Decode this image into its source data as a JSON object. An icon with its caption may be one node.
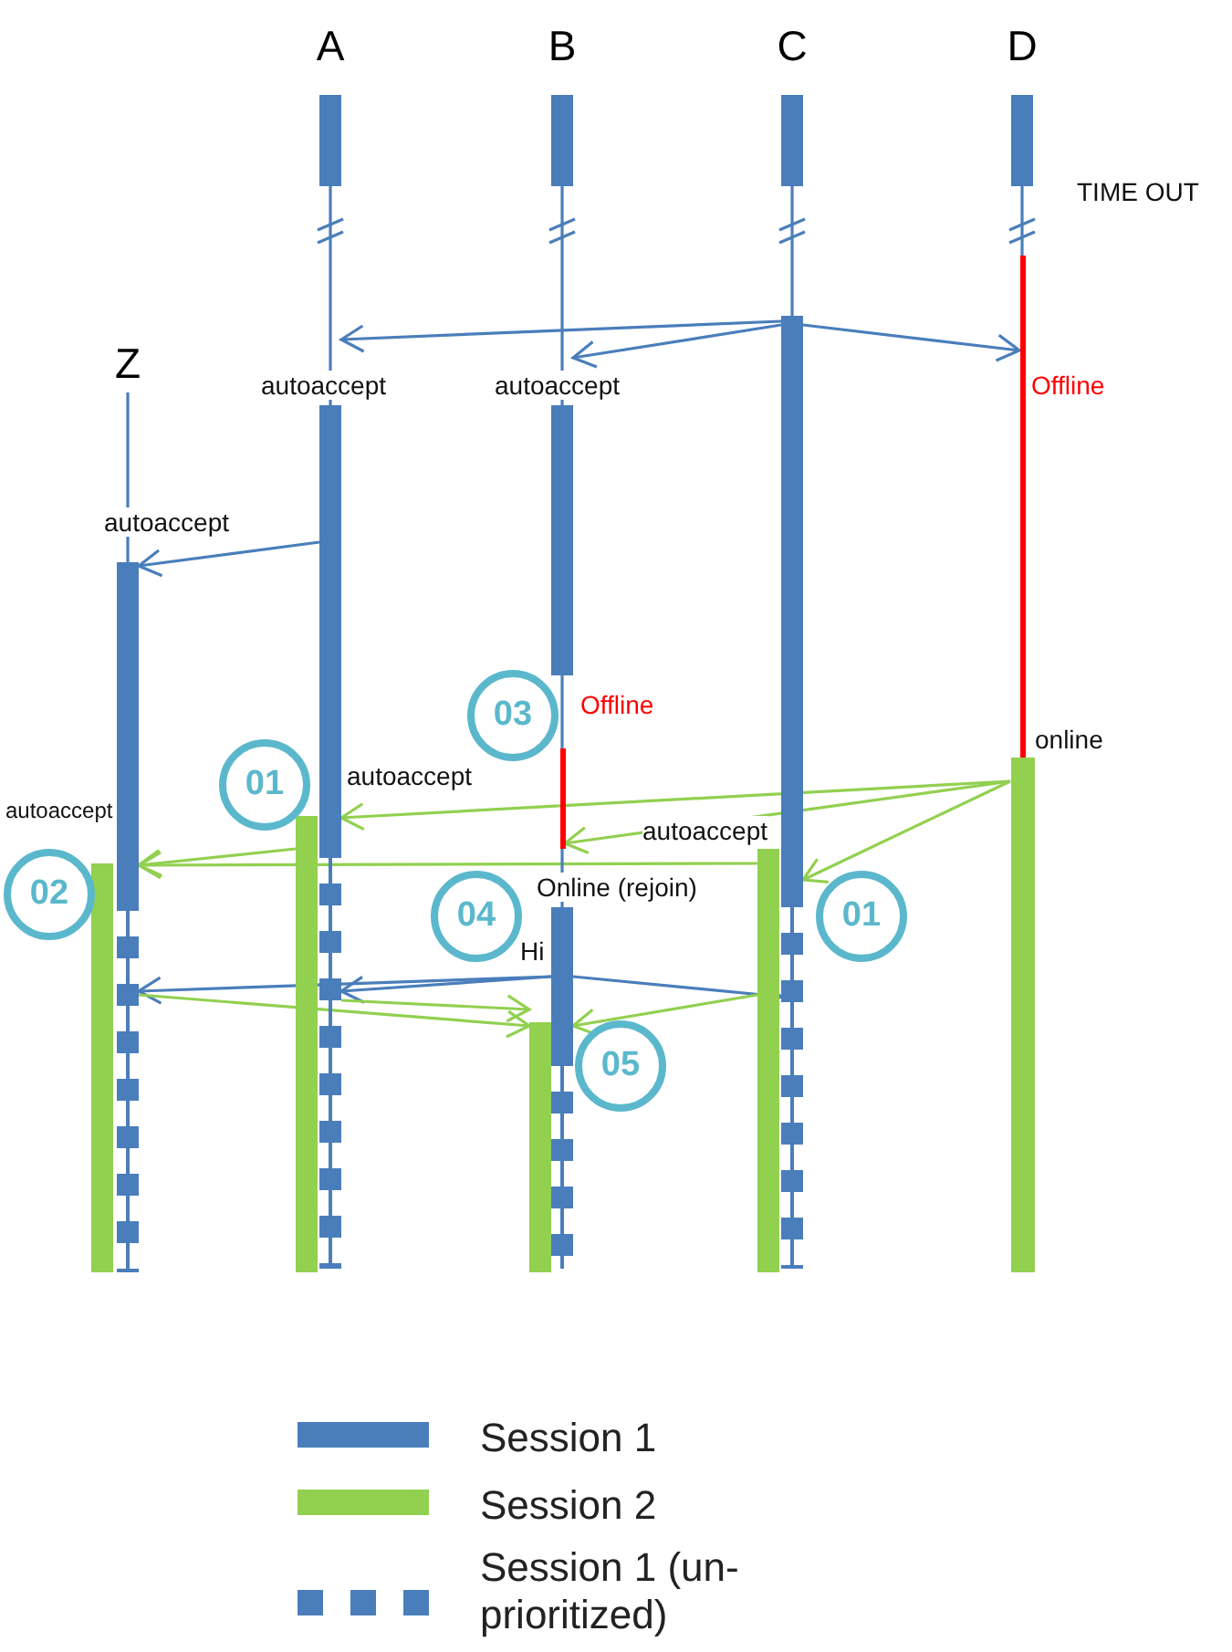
{
  "diagram": {
    "nodes": [
      {
        "text": [
          "A"
        ]
      },
      {
        "text": [
          "B"
        ]
      },
      {
        "text": [
          "C"
        ]
      },
      {
        "text": [
          "D"
        ]
      },
      {
        "text": [
          "Z"
        ]
      },
      {
        "text": [],
        "shape": "bar"
      },
      {
        "text": [],
        "shape": "bar"
      },
      {
        "text": [],
        "shape": "bar"
      },
      {
        "text": [],
        "shape": "bar"
      },
      {
        "text": [],
        "shape": "bar"
      },
      {
        "text": [],
        "shape": "bar"
      },
      {
        "text": [],
        "shape": "bar"
      },
      {
        "text": [],
        "shape": "bar"
      },
      {
        "text": [],
        "shape": "bar"
      },
      {
        "text": [],
        "shape": "bar"
      },
      {
        "text": [],
        "shape": "bar"
      },
      {
        "text": [],
        "shape": "bar"
      },
      {
        "text": [],
        "shape": "bar"
      },
      {
        "text": [],
        "shape": "bar"
      },
      {
        "text": [],
        "shape": "bar"
      },
      {
        "text": [],
        "shape": "bar"
      },
      {
        "text": [],
        "shape": "bar"
      },
      {
        "text": [],
        "shape": "bar"
      },
      {
        "text": [],
        "shape": "bar"
      },
      {
        "text": [],
        "shape": "bar"
      },
      {
        "text": [
          "01"
        ]
      },
      {
        "text": [
          "02"
        ]
      },
      {
        "text": [
          "03"
        ]
      },
      {
        "text": [
          "04"
        ]
      },
      {
        "text": [
          "01"
        ]
      },
      {
        "text": [
          "05"
        ]
      }
    ],
    "edges": [
      {
        "from": 9,
        "to": 10,
        "arrow": "to"
      },
      {
        "from": 9,
        "to": 11,
        "arrow": "to"
      },
      {
        "from": 9,
        "to": 12,
        "arrow": "to"
      },
      {
        "from": 10,
        "to": 13,
        "arrow": "to"
      },
      {
        "from": 15,
        "to": 10,
        "arrow": "to",
        "color": "#92d050"
      },
      {
        "from": 15,
        "to": 14,
        "arrow": "to",
        "color": "#92d050"
      },
      {
        "from": 15,
        "to": 9,
        "arrow": "to",
        "color": "#92d050"
      },
      {
        "from": 16,
        "to": 13,
        "arrow": "to",
        "color": "#92d050"
      },
      {
        "from": 17,
        "to": 13,
        "arrow": "to",
        "color": "#92d050"
      },
      {
        "from": 19,
        "to": 20,
        "arrow": "to"
      },
      {
        "from": 19,
        "to": 21,
        "arrow": "to"
      },
      {
        "from": 19,
        "to": 23,
        "arrow": "to"
      },
      {
        "from": 21,
        "to": 22,
        "arrow": "to",
        "color": "#92d050"
      },
      {
        "from": 20,
        "to": 22,
        "arrow": "to",
        "color": "#92d050"
      },
      {
        "from": 17,
        "to": 19,
        "arrow": "to",
        "color": "#92d050"
      },
      {
        "from": 4,
        "to": 13,
        "arrow": "none"
      },
      {
        "from": 5,
        "to": 10,
        "arrow": "none"
      },
      {
        "from": 6,
        "to": 11,
        "arrow": "none"
      },
      {
        "from": 11,
        "to": 14,
        "arrow": "none"
      },
      {
        "from": 14,
        "to": 19,
        "arrow": "none"
      },
      {
        "from": 7,
        "to": 9,
        "arrow": "none"
      },
      {
        "from": 8,
        "to": 12,
        "arrow": "none"
      }
    ],
    "labels": [
      "TIME OUT",
      "autoaccept",
      "autoaccept",
      "Offline",
      "autoaccept",
      "Offline",
      "online",
      "autoaccept",
      "autoaccept",
      "autoaccept",
      "Online (rejoin)",
      "Hi"
    ],
    "legend": [
      {
        "text": "Session 1",
        "color": "#4a7ebb"
      },
      {
        "text": "Session 2",
        "color": "#92d050"
      },
      {
        "text": "Session 1 (un-prioritized)"
      }
    ]
  }
}
